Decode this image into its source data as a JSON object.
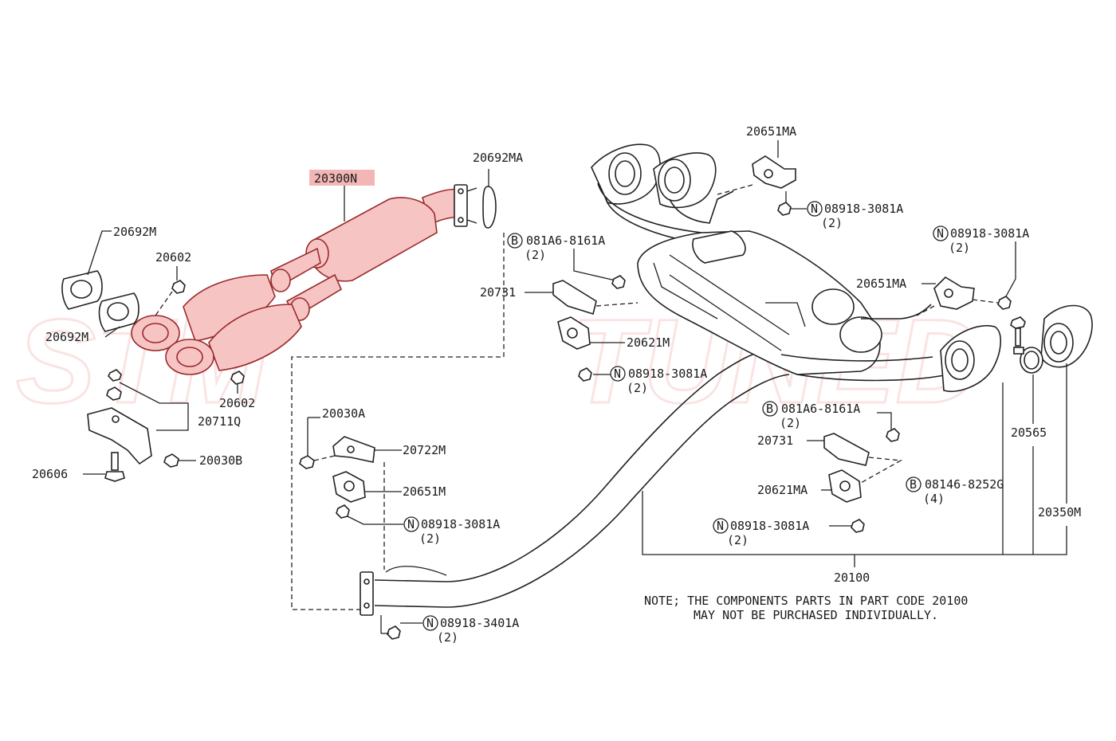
{
  "diagram": {
    "watermark": {
      "left": "STM",
      "right": "TUNED",
      "color": "#e04040"
    },
    "highlight_color": "#f7c4c4",
    "labels": {
      "p20300N": "20300N",
      "p20692MA": "20692MA",
      "p20692M_top": "20692M",
      "p20602_top": "20602",
      "p20692M_left": "20692M",
      "p20602_bottom": "20602",
      "p20711Q": "20711Q",
      "p20606": "20606",
      "p20030B": "20030B",
      "p081A6_top": "081A6-8161A",
      "p081A6_top_qty": "(2)",
      "p20731_top": "20731",
      "p20621M": "20621M",
      "p08918_mid": "08918-3081A",
      "p08918_mid_qty": "(2)",
      "p20030A": "20030A",
      "p20722M": "20722M",
      "p20651M": "20651M",
      "p08918_lower": "08918-3081A",
      "p08918_lower_qty": "(2)",
      "p08918_3401A": "08918-3401A",
      "p08918_3401A_qty": "(2)",
      "p20651MA_top": "20651MA",
      "p08918_topright": "08918-3081A",
      "p08918_topright_qty": "(2)",
      "p08918_right": "08918-3081A",
      "p08918_right_qty": "(2)",
      "p20651MA_right": "20651MA",
      "p081A6_right": "081A6-8161A",
      "p081A6_right_qty": "(2)",
      "p20731_right": "20731",
      "p20621MA": "20621MA",
      "p08918_bottom": "08918-3081A",
      "p08918_bottom_qty": "(2)",
      "p08146": "08146-8252G",
      "p08146_qty": "(4)",
      "p20565": "20565",
      "p20350M": "20350M",
      "p20100": "20100"
    },
    "note_line1": "NOTE; THE COMPONENTS PARTS IN PART CODE 20100",
    "note_line2": "MAY NOT BE PURCHASED INDIVIDUALLY.",
    "symbols": {
      "bolt": "B",
      "nut": "N"
    }
  }
}
